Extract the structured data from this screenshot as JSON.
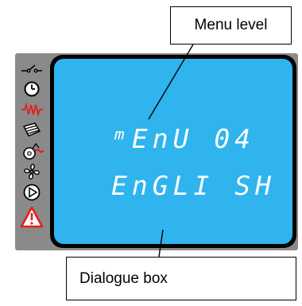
{
  "callouts": {
    "menu_level": "Menu level",
    "dialogue_box": "Dialogue box"
  },
  "display": {
    "line1": "ᵐEnU 04",
    "line2": "EnGLI SH",
    "background_color": "#2fb4ee",
    "text_color": "#ffffff"
  },
  "icons": [
    "switch-icon",
    "clock-icon",
    "heater-icon",
    "pipe-icon",
    "pump-icon",
    "fan-icon",
    "play-icon",
    "warning-icon"
  ]
}
